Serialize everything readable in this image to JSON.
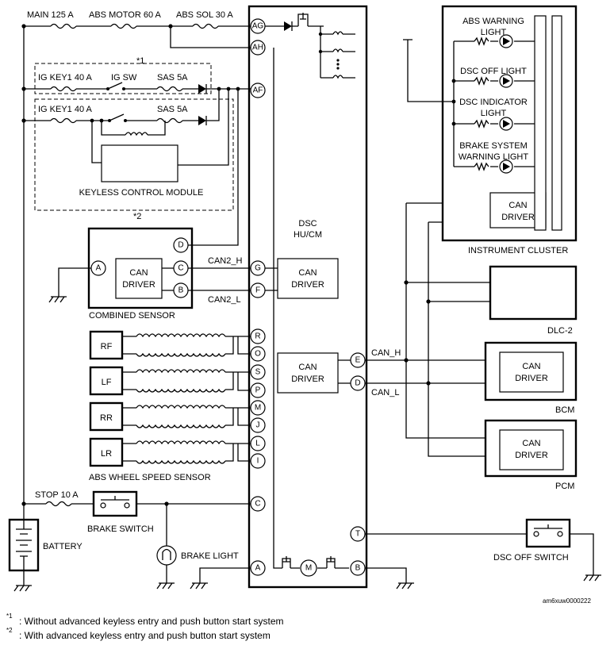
{
  "fuses": {
    "main": "MAIN 125 A",
    "abs_motor": "ABS MOTOR 60 A",
    "abs_sol": "ABS SOL 30 A",
    "ig_key1_a": "IG KEY1 40 A",
    "ig_sw": "IG SW",
    "sas_a": "SAS 5A",
    "ig_key1_b": "IG KEY1 40 A",
    "sas_b": "SAS 5A",
    "stop": "STOP 10 A"
  },
  "dsc": {
    "line1": "DSC",
    "line2": "HU/CM",
    "can_driver1": "CAN",
    "can_driver2": "DRIVER"
  },
  "pins": {
    "AG": "AG",
    "AH": "AH",
    "AF": "AF",
    "G": "G",
    "F": "F",
    "R": "R",
    "O": "O",
    "S": "S",
    "P": "P",
    "M": "M",
    "J": "J",
    "L": "L",
    "I": "I",
    "E": "E",
    "D": "D",
    "C": "C",
    "T": "T",
    "A": "A",
    "B": "B"
  },
  "combined_sensor": {
    "label": "COMBINED SENSOR",
    "pin_d": "D",
    "pin_a": "A",
    "pin_c": "C",
    "pin_b": "B",
    "can1": "CAN",
    "can2": "DRIVER"
  },
  "can_lines": {
    "can2_h": "CAN2_H",
    "can2_l": "CAN2_L",
    "can_h": "CAN_H",
    "can_l": "CAN_L"
  },
  "wheel_sensors": {
    "rf": "RF",
    "lf": "LF",
    "rr": "RR",
    "lr": "LR",
    "label": "ABS WHEEL SPEED SENSOR"
  },
  "keyless": {
    "label": "KEYLESS CONTROL MODULE",
    "mark1": "*1",
    "mark2": "*2"
  },
  "instrument_cluster": {
    "label": "INSTRUMENT CLUSTER",
    "abs_warning_1": "ABS WARNING",
    "abs_warning_2": "LIGHT",
    "dsc_off": "DSC OFF LIGHT",
    "dsc_ind_1": "DSC INDICATOR",
    "dsc_ind_2": "LIGHT",
    "brake_sys_1": "BRAKE SYSTEM",
    "brake_sys_2": "WARNING LIGHT",
    "can1": "CAN",
    "can2": "DRIVER"
  },
  "dlc": "DLC-2",
  "bcm": {
    "label": "BCM",
    "can1": "CAN",
    "can2": "DRIVER"
  },
  "pcm": {
    "label": "PCM",
    "can1": "CAN",
    "can2": "DRIVER"
  },
  "brake_switch": "BRAKE SWITCH",
  "brake_light": "BRAKE LIGHT",
  "battery": "BATTERY",
  "dsc_off_switch": "DSC OFF SWITCH",
  "motor_symbol": "M",
  "figure_code": "am6xuw0000222",
  "footnotes": [
    {
      "mark": "*1",
      "text": ": Without advanced keyless entry and push button start system"
    },
    {
      "mark": "*2",
      "text": ": With advanced keyless entry and push button start system"
    }
  ]
}
